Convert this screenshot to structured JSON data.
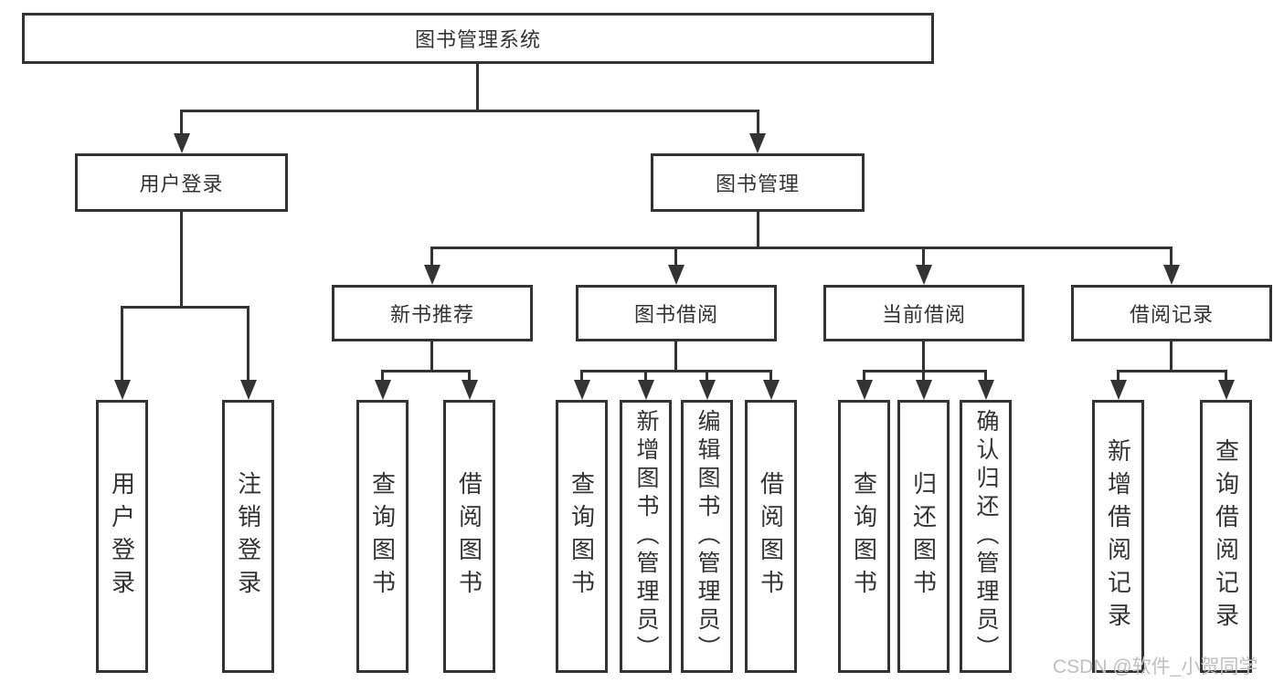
{
  "diagram": {
    "root": {
      "label": "图书管理系统"
    },
    "level2": [
      {
        "label": "用户登录"
      },
      {
        "label": "图书管理"
      }
    ],
    "level3": [
      {
        "label": "新书推荐"
      },
      {
        "label": "图书借阅"
      },
      {
        "label": "当前借阅"
      },
      {
        "label": "借阅记录"
      }
    ],
    "leaves": {
      "user_login": [
        {
          "label": "用户登录"
        },
        {
          "label": "注销登录"
        }
      ],
      "new_book_rec": [
        {
          "label": "查询图书"
        },
        {
          "label": "借阅图书"
        }
      ],
      "book_borrow": [
        {
          "label": "查询图书"
        },
        {
          "label": "新增图书（管理员）"
        },
        {
          "label": "编辑图书（管理员）"
        },
        {
          "label": "借阅图书"
        }
      ],
      "current_borrow": [
        {
          "label": "查询图书"
        },
        {
          "label": "归还图书"
        },
        {
          "label": "确认归还（管理员）"
        }
      ],
      "borrow_records": [
        {
          "label": "新增借阅记录"
        },
        {
          "label": "查询借阅记录"
        }
      ]
    }
  },
  "watermark": "CSDN @软件_小贺同学",
  "colors": {
    "line": "#333333",
    "text": "#333333",
    "watermark": "#c0c0c0",
    "background": "#ffffff"
  }
}
